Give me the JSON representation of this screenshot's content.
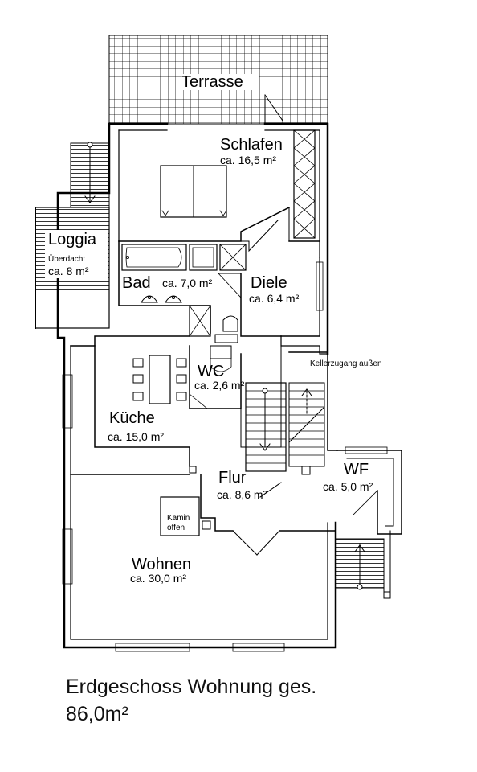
{
  "plan": {
    "rooms": {
      "terrasse": {
        "name": "Terrasse"
      },
      "schlafen": {
        "name": "Schlafen",
        "area": "ca. 16,5 m²"
      },
      "loggia": {
        "name": "Loggia",
        "note": "Überdacht",
        "area": "ca. 8 m²"
      },
      "bad": {
        "name": "Bad",
        "area": "ca. 7,0 m²"
      },
      "diele": {
        "name": "Diele",
        "area": "ca. 6,4 m²"
      },
      "wc": {
        "name": "WC",
        "area": "ca. 2,6 m²"
      },
      "kueche": {
        "name": "Küche",
        "area": "ca. 15,0 m²"
      },
      "flur": {
        "name": "Flur",
        "area": "ca. 8,6 m²"
      },
      "wf": {
        "name": "WF",
        "area": "ca. 5,0 m²"
      },
      "wohnen": {
        "name": "Wohnen",
        "area": "ca. 30,0 m²"
      }
    },
    "kellerzugang": "Kellerzugang außen",
    "kamin": {
      "line1": "Kamin",
      "line2": "offen"
    }
  },
  "caption": {
    "line1": "Erdgeschoss Wohnung ges.",
    "line2": "86,0m²"
  }
}
